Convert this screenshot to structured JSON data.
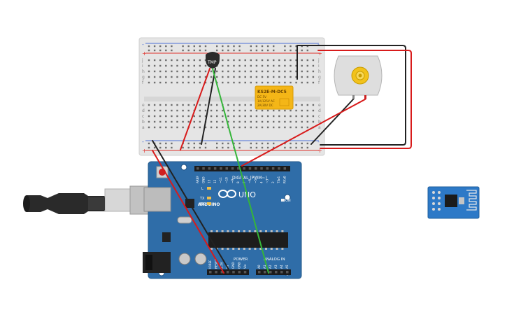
{
  "colors": {
    "board": "#2f6da8",
    "board_dark": "#235a8d",
    "breadboard": "#e6e6e6",
    "rail_red": "#e0312b",
    "rail_blue": "#4b6fd6",
    "wire_red": "#d81b1b",
    "wire_black": "#222222",
    "wire_green": "#35b53a",
    "relay": "#f4b617",
    "motor_shaft": "#f2c21b",
    "esp_module": "#2d79c7"
  },
  "sensor": {
    "label": "TMP"
  },
  "relay": {
    "title": "KS2E-M-DC5",
    "line1": "DC 5V",
    "line2": "1A/125V AC",
    "line3": "2A/30V DC"
  },
  "breadboard": {
    "row_letters_top": [
      "j",
      "i",
      "h",
      "g",
      "f"
    ],
    "row_letters_bottom": [
      "e",
      "d",
      "c",
      "b",
      "a"
    ],
    "rail_signs": [
      "-",
      "+"
    ]
  },
  "arduino": {
    "logo_text": "ARDUINO",
    "model": "UNO",
    "digital_label": "DIGITAL (PWM~)",
    "power_label": "POWER",
    "analog_label": "ANALOG IN",
    "on_label": "ON",
    "l_label": "L",
    "tx_label": "TX",
    "rx_label": "RX",
    "digital_pins": [
      "AREF",
      "GND",
      "13",
      "12",
      "~11",
      "~10",
      "~9",
      "8",
      "7",
      "~6",
      "~5",
      "4",
      "~3",
      "2",
      "TX▸1",
      "RX◂0"
    ],
    "power_pins": [
      "IOREF",
      "RESET",
      "3.3V",
      "5V",
      "GND",
      "GND",
      "Vin"
    ],
    "analog_pins": [
      "A0",
      "A1",
      "A2",
      "A3",
      "A4",
      "A5"
    ]
  },
  "icons": {
    "usb_cable": "usb-cable-icon",
    "motor": "dc-motor-icon",
    "wifi_module": "esp8266-module-icon"
  }
}
